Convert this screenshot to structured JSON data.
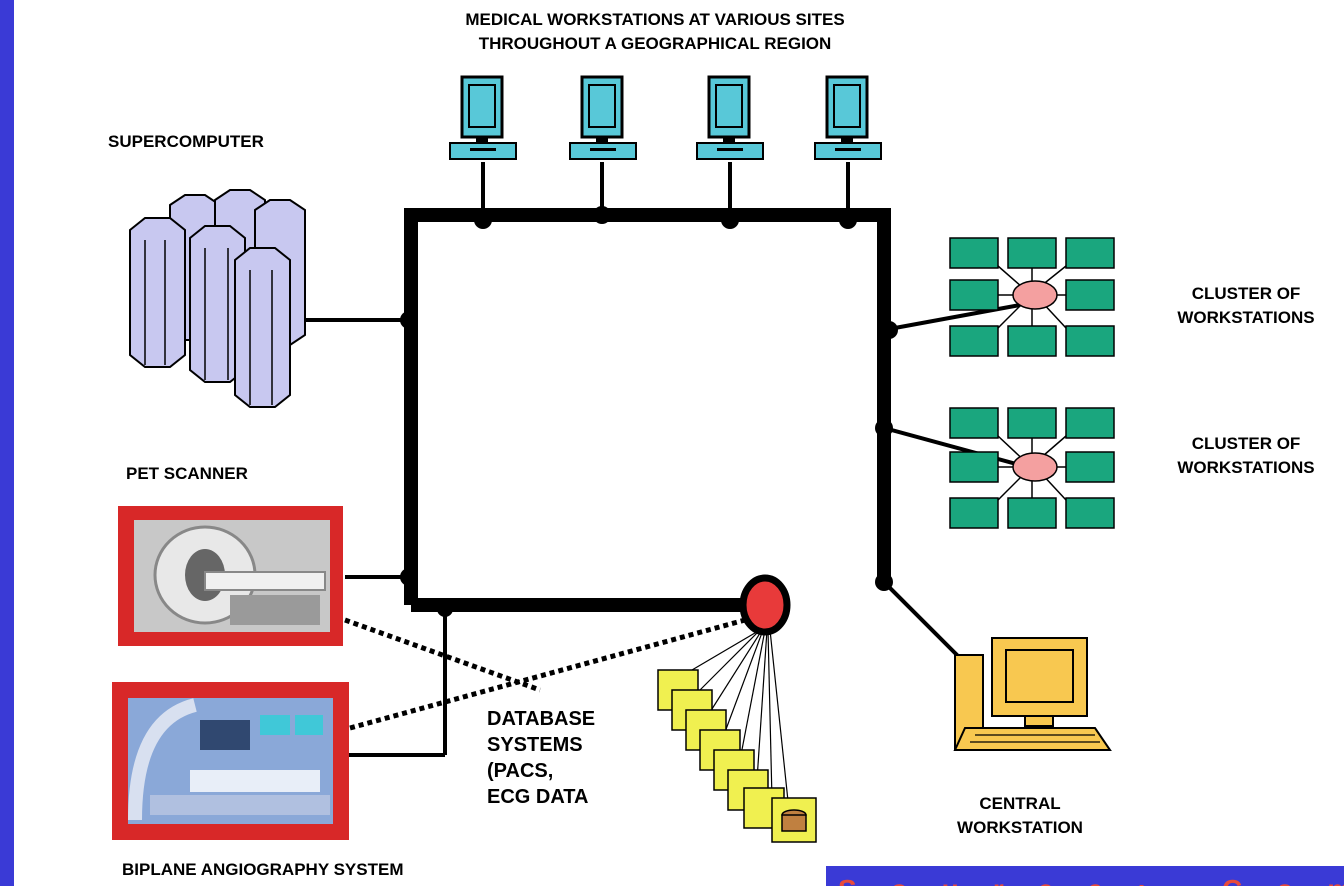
{
  "labels": {
    "workstations_title_line1": "MEDICAL WORKSTATIONS AT VARIOUS SITES",
    "workstations_title_line2": "THROUGHOUT A GEOGRAPHICAL REGION",
    "supercomputer": "SUPERCOMPUTER",
    "pet_scanner": "PET SCANNER",
    "biplane": "BIPLANE ANGIOGRAPHY SYSTEM",
    "cluster1_line1": "CLUSTER OF",
    "cluster1_line2": "WORKSTATIONS",
    "cluster2_line1": "CLUSTER OF",
    "cluster2_line2": "WORKSTATIONS",
    "central_line1": "CENTRAL",
    "central_line2": "WORKSTATION",
    "database_line1": "DATABASE",
    "database_line2": "SYSTEMS",
    "database_line3": "(PACS,",
    "database_line4": "ECG DATA"
  },
  "banner": {
    "text": "Source: Computer Science"
  },
  "colors": {
    "background": "#3a3ad6",
    "panel": "#ffffff",
    "network_line": "#000000",
    "workstation_screen": "#58c8d8",
    "cluster_box": "#1aa67e",
    "hub": "#f4a0a0",
    "database_hub": "#e83a3a",
    "database_disk": "#f0f050",
    "central_workstation": "#f8c850",
    "supercomputer": "#c8c8f0",
    "device_frame": "#d82828",
    "banner_text": "#e84a3a"
  }
}
